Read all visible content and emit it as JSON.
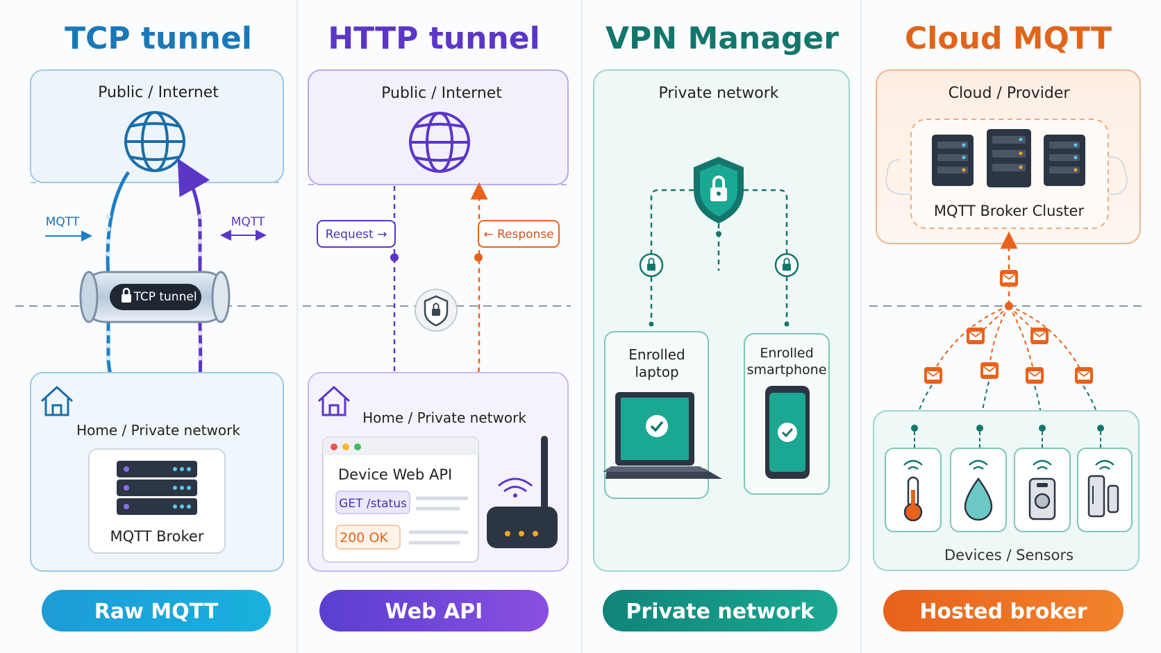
{
  "columns": {
    "tcp": {
      "title": "TCP tunnel",
      "top_zone": "Public / Internet",
      "left_arrow_label": "MQTT",
      "right_arrow_label": "MQTT",
      "tunnel_label": "TCP tunnel",
      "bottom_zone": "Home / Private network",
      "server_label": "MQTT Broker",
      "pill": "Raw MQTT",
      "color": "#1a78b8"
    },
    "http": {
      "title": "HTTP tunnel",
      "top_zone": "Public / Internet",
      "request_label": "Request →",
      "response_label": "← Response",
      "bottom_zone": "Home / Private network",
      "api_title": "Device Web API",
      "api_request": "GET /status",
      "api_response": "200 OK",
      "pill": "Web API",
      "color": "#5b36c7"
    },
    "vpn": {
      "title": "VPN Manager",
      "zone": "Private network",
      "laptop_line1": "Enrolled",
      "laptop_line2": "laptop",
      "phone_line1": "Enrolled",
      "phone_line2": "smartphone",
      "pill": "Private network",
      "color": "#13766c"
    },
    "cloud": {
      "title": "Cloud MQTT",
      "top_zone": "Cloud / Provider",
      "cluster_label": "MQTT Broker Cluster",
      "bottom_zone": "Devices / Sensors",
      "pill": "Hosted broker",
      "color": "#e0651a"
    }
  },
  "icons": {
    "globe": "globe-icon",
    "house": "house-icon",
    "lock": "lock-icon",
    "shield": "shield-lock-icon",
    "server": "server-icon",
    "router": "router-icon",
    "laptop": "laptop-icon",
    "smartphone": "smartphone-icon",
    "envelope": "envelope-icon",
    "thermometer": "thermometer-icon",
    "droplet": "droplet-icon",
    "camera": "camera-icon",
    "door_sensor": "door-sensor-icon"
  }
}
